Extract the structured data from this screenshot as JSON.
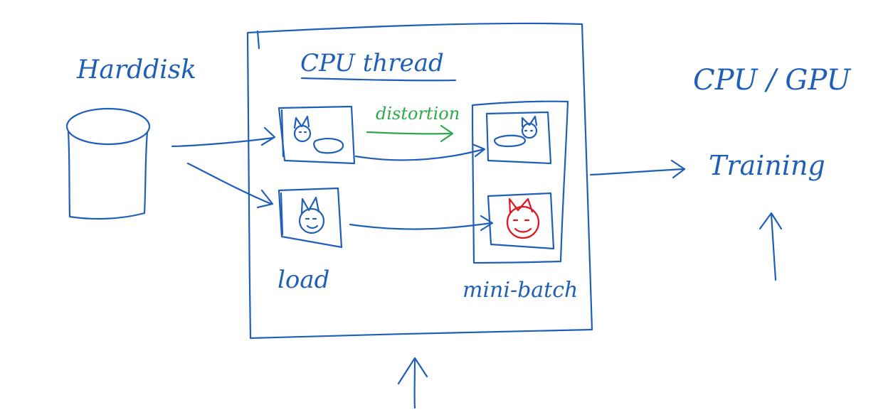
{
  "colors": {
    "blue": "#1f5fb8",
    "green": "#2ea84a",
    "red": "#e0141e",
    "background": "#ffffff"
  },
  "labels": {
    "harddisk": "Harddisk",
    "cpu_thread": "CPU thread",
    "distortion": "distortion",
    "load": "load",
    "mini_batch": "mini-batch",
    "cpu_gpu": "CPU / GPU",
    "training": "Training"
  }
}
